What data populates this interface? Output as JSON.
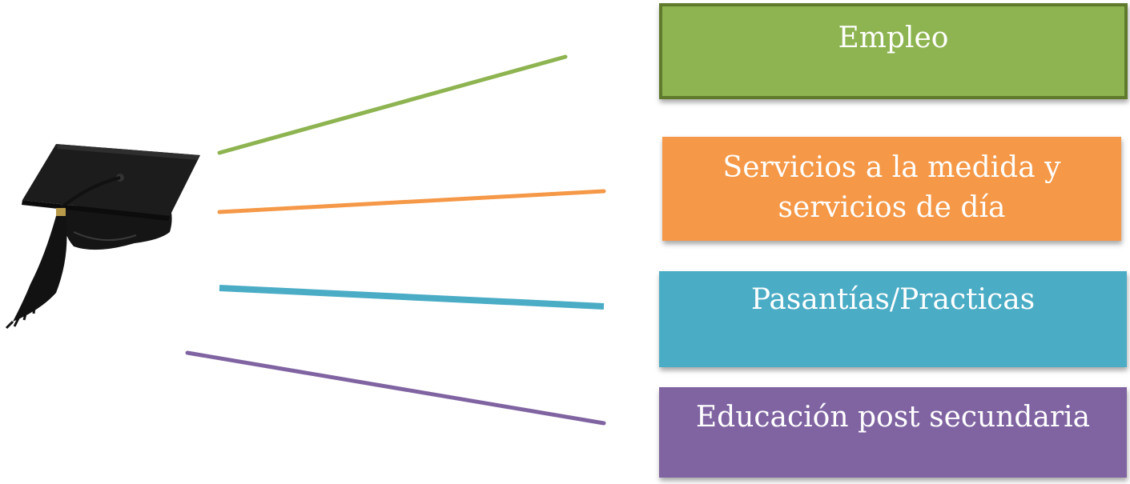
{
  "colors": {
    "empleo": "#8db450",
    "servicios": "#f59847",
    "pasantias": "#4aacc5",
    "educacion": "#8064a2"
  },
  "icons": {
    "cap": "graduation-cap-icon"
  },
  "boxes": {
    "empleo": "Empleo",
    "servicios": "Servicios a la medida y servicios de día",
    "pasantias": "Pasantías/Practicas",
    "educacion": "Educación post secundaria"
  }
}
